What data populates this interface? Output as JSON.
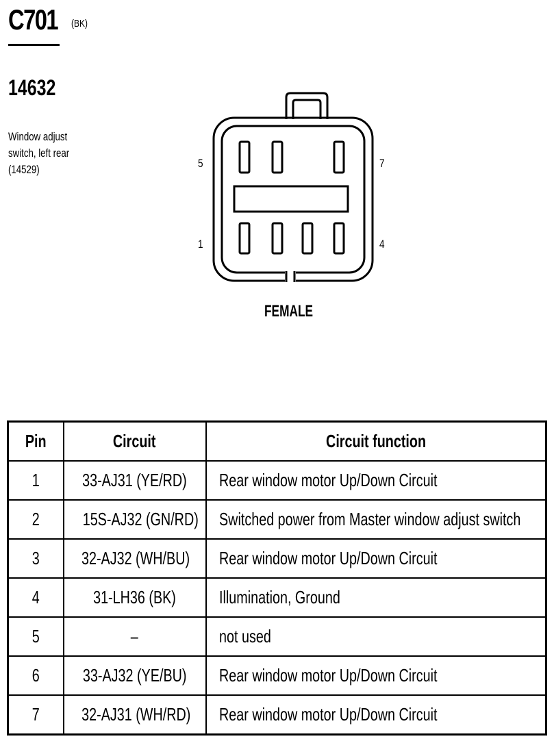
{
  "header": {
    "connector_id": "C701",
    "connector_color": "(BK)",
    "part_number": "14632",
    "description_lines": [
      "Window adjust",
      "switch, left rear",
      "(14529)"
    ]
  },
  "diagram": {
    "pin_labels": {
      "top_left": "5",
      "top_right": "7",
      "bottom_left": "1",
      "bottom_right": "4"
    },
    "gender": "FEMALE"
  },
  "table": {
    "headers": [
      "Pin",
      "Circuit",
      "Circuit function"
    ],
    "rows": [
      {
        "pin": "1",
        "circuit": "33-AJ31 (YE/RD)",
        "function": "Rear window motor Up/Down Circuit"
      },
      {
        "pin": "2",
        "circuit": "15S-AJ32 (GN/RD)",
        "function": "Switched power from Master window adjust switch"
      },
      {
        "pin": "3",
        "circuit": "32-AJ32 (WH/BU)",
        "function": "Rear window motor Up/Down Circuit"
      },
      {
        "pin": "4",
        "circuit": "31-LH36 (BK)",
        "function": "Illumination, Ground"
      },
      {
        "pin": "5",
        "circuit": "–",
        "function": "not used"
      },
      {
        "pin": "6",
        "circuit": "33-AJ32 (YE/BU)",
        "function": "Rear window motor Up/Down Circuit"
      },
      {
        "pin": "7",
        "circuit": "32-AJ31 (WH/RD)",
        "function": "Rear window motor Up/Down Circuit"
      }
    ]
  }
}
